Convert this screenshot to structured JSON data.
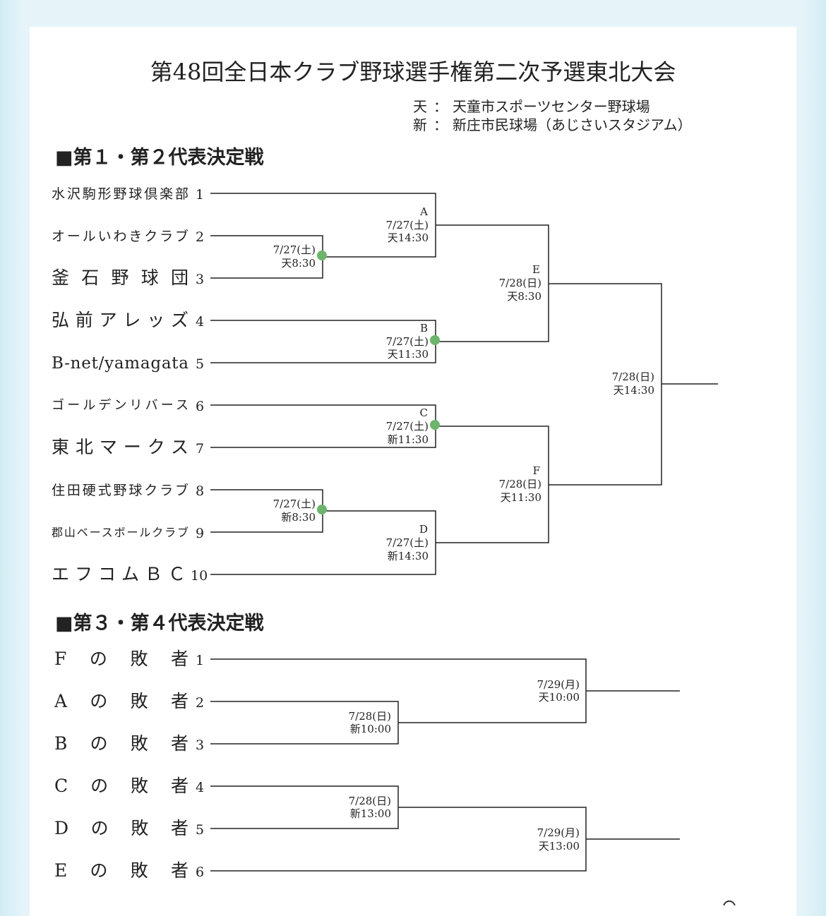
{
  "title": "第48回全日本クラブ野球選手権第二次予選東北大会",
  "venues": [
    {
      "abbr": "天",
      "sep": "：",
      "name": "天童市スポーツセンター野球場"
    },
    {
      "abbr": "新",
      "sep": "：",
      "name": "新庄市民球場（あじさいスタジアム）"
    }
  ],
  "section1": {
    "heading": "■第１・第２代表決定戦",
    "teams": [
      {
        "name": "水沢駒形野球倶楽部",
        "num": "1"
      },
      {
        "name": "オールいわきクラブ",
        "num": "2"
      },
      {
        "name": "釜石野球団",
        "num": "3"
      },
      {
        "name": "弘前アレッズ",
        "num": "4"
      },
      {
        "name": "B-net/yamagata",
        "num": "5"
      },
      {
        "name": "ゴールデンリバース",
        "num": "6"
      },
      {
        "name": "東北マークス",
        "num": "7"
      },
      {
        "name": "住田硬式野球クラブ",
        "num": "8"
      },
      {
        "name": "郡山ベースボールクラブ",
        "num": "9"
      },
      {
        "name": "エフコムＢＣ",
        "num": "10"
      }
    ],
    "matches": {
      "m23": {
        "date": "7/27(土)",
        "time": "天8:30"
      },
      "A": {
        "id": "A",
        "date": "7/27(土)",
        "time": "天14:30"
      },
      "B": {
        "id": "B",
        "date": "7/27(土)",
        "time": "天11:30"
      },
      "C": {
        "id": "C",
        "date": "7/27(土)",
        "time": "新11:30"
      },
      "m89": {
        "date": "7/27(土)",
        "time": "新8:30"
      },
      "D": {
        "id": "D",
        "date": "7/27(土)",
        "time": "新14:30"
      },
      "E": {
        "id": "E",
        "date": "7/28(日)",
        "time": "天8:30"
      },
      "F": {
        "id": "F",
        "date": "7/28(日)",
        "time": "天11:30"
      },
      "final": {
        "date": "7/28(日)",
        "time": "天14:30"
      }
    }
  },
  "section2": {
    "heading": "■第３・第４代表決定戦",
    "teams": [
      {
        "name": "Fの敗者",
        "num": "1"
      },
      {
        "name": "Aの敗者",
        "num": "2"
      },
      {
        "name": "Bの敗者",
        "num": "3"
      },
      {
        "name": "Cの敗者",
        "num": "4"
      },
      {
        "name": "Dの敗者",
        "num": "5"
      },
      {
        "name": "Eの敗者",
        "num": "6"
      }
    ],
    "matches": {
      "m23": {
        "date": "7/28(日)",
        "time": "新10:00"
      },
      "top": {
        "date": "7/29(月)",
        "time": "天10:00"
      },
      "m45": {
        "date": "7/28(日)",
        "time": "新13:00"
      },
      "bottom": {
        "date": "7/29(月)",
        "time": "天13:00"
      }
    }
  },
  "colors": {
    "played_dot": "#6db56d",
    "background": "#e6f4f9"
  }
}
